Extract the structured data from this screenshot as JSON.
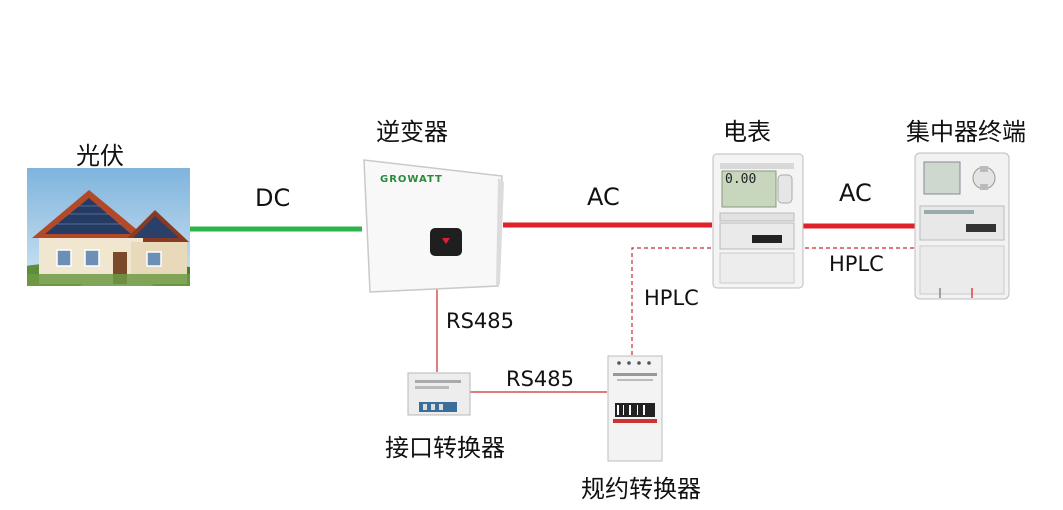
{
  "labels": {
    "pv": "光伏",
    "inverter": "逆变器",
    "meter": "电表",
    "concentrator": "集中器终端",
    "interface_converter": "接口转换器",
    "protocol_converter": "规约转换器"
  },
  "links": {
    "dc": "DC",
    "ac1": "AC",
    "ac2": "AC",
    "rs485_a": "RS485",
    "rs485_b": "RS485",
    "hplc_a": "HPLC",
    "hplc_b": "HPLC"
  },
  "inverter_brand": "GROWATT",
  "meter_reading": "0.00",
  "colors": {
    "dc_line": "#2db34a",
    "ac_line": "#e0202a",
    "bus_line": "#cc2a2a"
  }
}
